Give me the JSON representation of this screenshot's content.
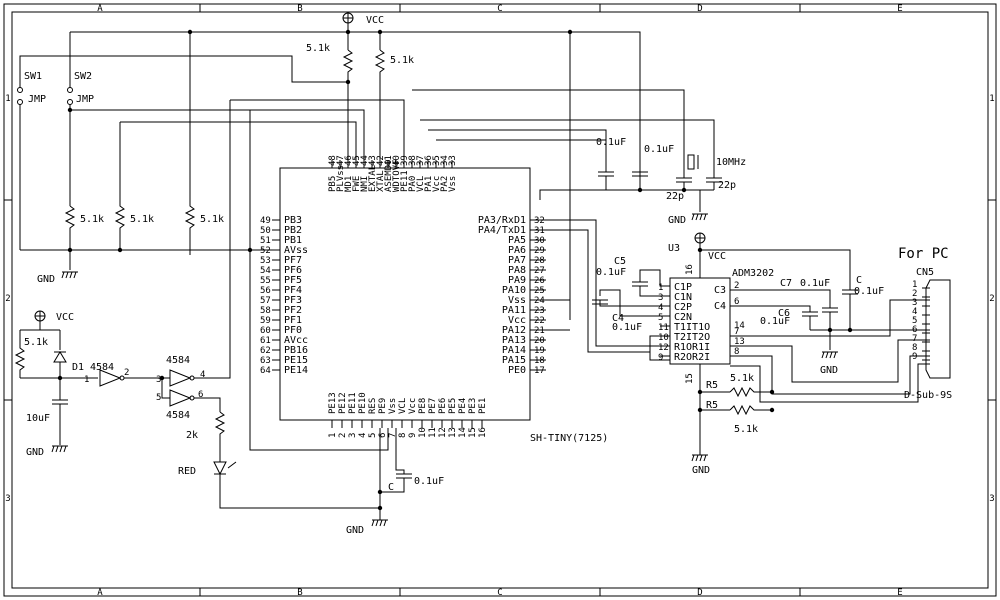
{
  "frame": {
    "columns": [
      "A",
      "B",
      "C",
      "D",
      "E"
    ],
    "rows": [
      "1",
      "2",
      "3"
    ]
  },
  "power": {
    "vcc": "VCC",
    "gnd": "GND"
  },
  "resistors": {
    "pullup": "5.1k",
    "pulldown": "5.1k",
    "led": "2k",
    "r5": "R5",
    "r5_value": "5.1k"
  },
  "switches": {
    "sw1": "SW1",
    "sw2": "SW2",
    "jmp": "JMP"
  },
  "capacitors": {
    "c_value": "0.1uF",
    "c_label": "C",
    "c22p": "22p",
    "c10u": "10uF",
    "c4": "C4",
    "c5": "C5",
    "c6": "C6",
    "c7": "C7"
  },
  "crystal": "10MHz",
  "reset": {
    "d1": "D1",
    "chip": "4584",
    "pin1": "1",
    "pin2": "2",
    "pin3": "3",
    "pin4": "4",
    "pin5": "5",
    "pin6": "6"
  },
  "led": "RED",
  "mcu": {
    "name": "SH-TINY(7125)",
    "top_pins": [
      {
        "name": "PB5",
        "num": "48"
      },
      {
        "name": "PLVss",
        "num": "47"
      },
      {
        "name": "MD1",
        "num": "46"
      },
      {
        "name": "FWE",
        "num": "45"
      },
      {
        "name": "NMI",
        "num": "44"
      },
      {
        "name": "EXTAL",
        "num": "43"
      },
      {
        "name": "XTAL",
        "num": "42"
      },
      {
        "name": "ASEMD0",
        "num": "41"
      },
      {
        "name": "WDTOVF",
        "num": "40"
      },
      {
        "name": "PE11",
        "num": "39"
      },
      {
        "name": "PA0",
        "num": "38"
      },
      {
        "name": "VCL",
        "num": "37"
      },
      {
        "name": "PA1",
        "num": "36"
      },
      {
        "name": "Vcc",
        "num": "35"
      },
      {
        "name": "PA2",
        "num": "34"
      },
      {
        "name": "Vss",
        "num": "33"
      }
    ],
    "left_pins": [
      {
        "name": "PB3",
        "num": "49"
      },
      {
        "name": "PB2",
        "num": "50"
      },
      {
        "name": "PB1",
        "num": "51"
      },
      {
        "name": "AVss",
        "num": "52"
      },
      {
        "name": "PF7",
        "num": "53"
      },
      {
        "name": "PF6",
        "num": "54"
      },
      {
        "name": "PF5",
        "num": "55"
      },
      {
        "name": "PF4",
        "num": "56"
      },
      {
        "name": "PF3",
        "num": "57"
      },
      {
        "name": "PF2",
        "num": "58"
      },
      {
        "name": "PF1",
        "num": "59"
      },
      {
        "name": "PF0",
        "num": "60"
      },
      {
        "name": "AVcc",
        "num": "61"
      },
      {
        "name": "PB16",
        "num": "62"
      },
      {
        "name": "PE15",
        "num": "63"
      },
      {
        "name": "PE14",
        "num": "64"
      }
    ],
    "right_pins": [
      {
        "name": "PA3/RxD1",
        "num": "32"
      },
      {
        "name": "PA4/TxD1",
        "num": "31"
      },
      {
        "name": "PA5",
        "num": "30"
      },
      {
        "name": "PA6",
        "num": "29"
      },
      {
        "name": "PA7",
        "num": "28"
      },
      {
        "name": "PA8",
        "num": "27"
      },
      {
        "name": "PA9",
        "num": "26"
      },
      {
        "name": "PA10",
        "num": "25"
      },
      {
        "name": "Vss",
        "num": "24"
      },
      {
        "name": "PA11",
        "num": "23"
      },
      {
        "name": "Vcc",
        "num": "22"
      },
      {
        "name": "PA12",
        "num": "21"
      },
      {
        "name": "PA13",
        "num": "20"
      },
      {
        "name": "PA14",
        "num": "19"
      },
      {
        "name": "PA15",
        "num": "18"
      },
      {
        "name": "PE0",
        "num": "17"
      }
    ],
    "bottom_pins": [
      {
        "name": "PE13",
        "num": "1"
      },
      {
        "name": "PE12",
        "num": "2"
      },
      {
        "name": "PE11",
        "num": "3"
      },
      {
        "name": "PE10",
        "num": "4"
      },
      {
        "name": "RES",
        "num": "5"
      },
      {
        "name": "PE9",
        "num": "6"
      },
      {
        "name": "Vss",
        "num": "7"
      },
      {
        "name": "VCL",
        "num": "8"
      },
      {
        "name": "Vcc",
        "num": "9"
      },
      {
        "name": "PE8",
        "num": "10"
      },
      {
        "name": "PE7",
        "num": "11"
      },
      {
        "name": "PE6",
        "num": "12"
      },
      {
        "name": "PE5",
        "num": "13"
      },
      {
        "name": "PE4",
        "num": "14"
      },
      {
        "name": "PE3",
        "num": "15"
      },
      {
        "name": "PE1",
        "num": "16"
      }
    ]
  },
  "u3": {
    "ref": "U3",
    "part": "ADM3202",
    "vcc_pin": "16",
    "gnd_pin": "15",
    "left_pins": [
      {
        "name": "C1P",
        "num": "1"
      },
      {
        "name": "C1N",
        "num": "3"
      },
      {
        "name": "C2P",
        "num": "4"
      },
      {
        "name": "C2N",
        "num": "5"
      },
      {
        "name": "T1IT1O",
        "num": "11"
      },
      {
        "name": "T2IT2O",
        "num": "10"
      },
      {
        "name": "R1OR1I",
        "num": "12"
      },
      {
        "name": "R2OR2I",
        "num": "9"
      }
    ],
    "right_pins": [
      {
        "name": "C3",
        "num": "2"
      },
      {
        "name": "C4",
        "num": "6"
      },
      {
        "name": "",
        "num": "14"
      },
      {
        "name": "",
        "num": "7"
      },
      {
        "name": "",
        "num": "13"
      },
      {
        "name": "",
        "num": "8"
      }
    ]
  },
  "connector": {
    "title": "For PC",
    "ref": "CN5",
    "type": "D-Sub-9S",
    "pins": [
      "1",
      "2",
      "3",
      "4",
      "5",
      "6",
      "7",
      "8",
      "9"
    ]
  }
}
